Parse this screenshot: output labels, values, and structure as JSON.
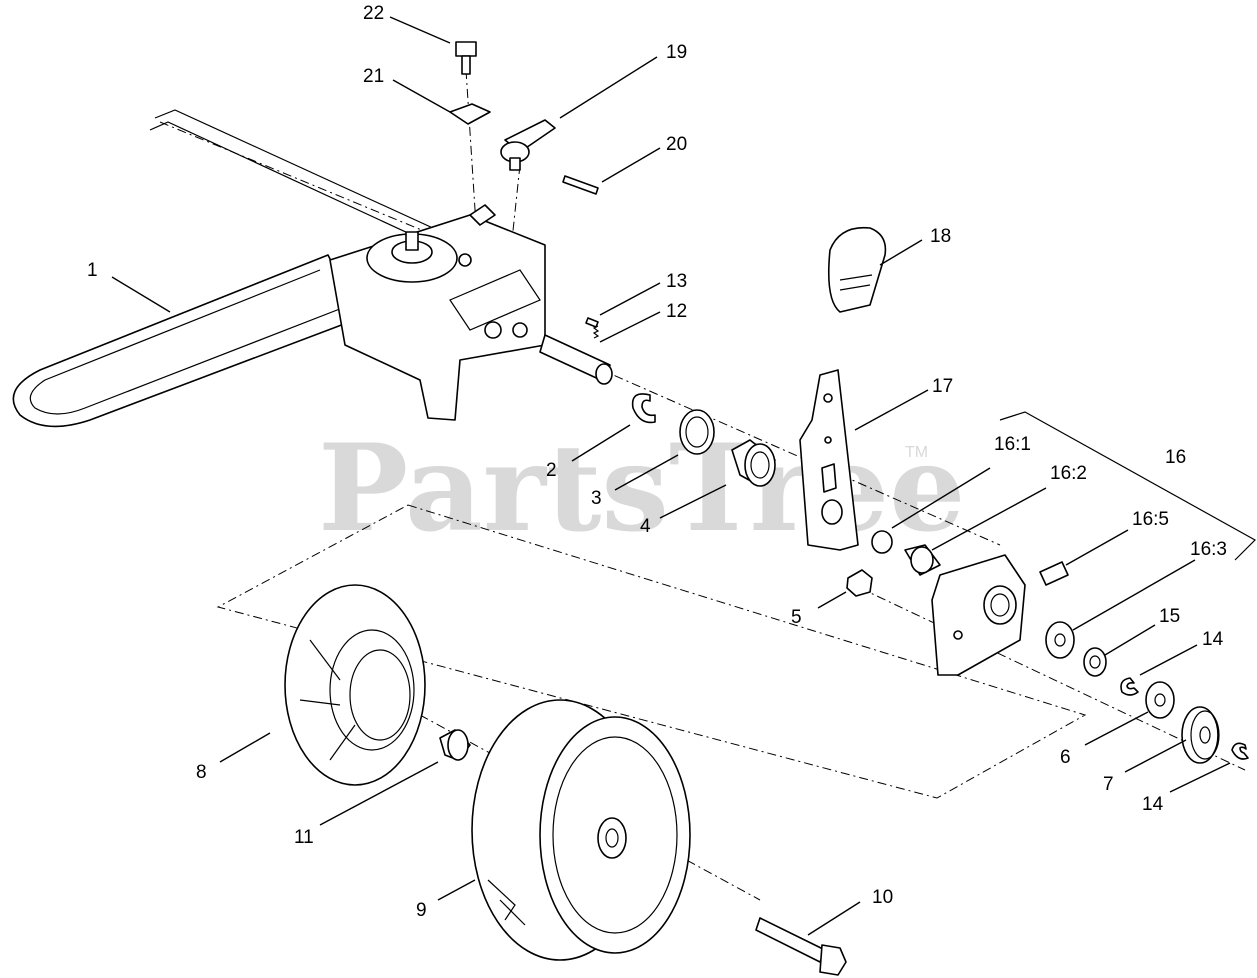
{
  "watermark": {
    "text": "PartsTree",
    "trademark": "TM"
  },
  "callouts": [
    {
      "id": "p1",
      "label": "1"
    },
    {
      "id": "p2",
      "label": "2"
    },
    {
      "id": "p3",
      "label": "3"
    },
    {
      "id": "p4",
      "label": "4"
    },
    {
      "id": "p5",
      "label": "5"
    },
    {
      "id": "p6",
      "label": "6"
    },
    {
      "id": "p7",
      "label": "7"
    },
    {
      "id": "p8",
      "label": "8"
    },
    {
      "id": "p9",
      "label": "9"
    },
    {
      "id": "p10",
      "label": "10"
    },
    {
      "id": "p11",
      "label": "11"
    },
    {
      "id": "p12",
      "label": "12"
    },
    {
      "id": "p13",
      "label": "13"
    },
    {
      "id": "p14a",
      "label": "14"
    },
    {
      "id": "p14b",
      "label": "14"
    },
    {
      "id": "p15",
      "label": "15"
    },
    {
      "id": "p16",
      "label": "16"
    },
    {
      "id": "p16_1",
      "label": "16:1"
    },
    {
      "id": "p16_2",
      "label": "16:2"
    },
    {
      "id": "p16_3",
      "label": "16:3"
    },
    {
      "id": "p16_5",
      "label": "16:5"
    },
    {
      "id": "p17",
      "label": "17"
    },
    {
      "id": "p18",
      "label": "18"
    },
    {
      "id": "p19",
      "label": "19"
    },
    {
      "id": "p20",
      "label": "20"
    },
    {
      "id": "p21",
      "label": "21"
    },
    {
      "id": "p22",
      "label": "22"
    }
  ]
}
